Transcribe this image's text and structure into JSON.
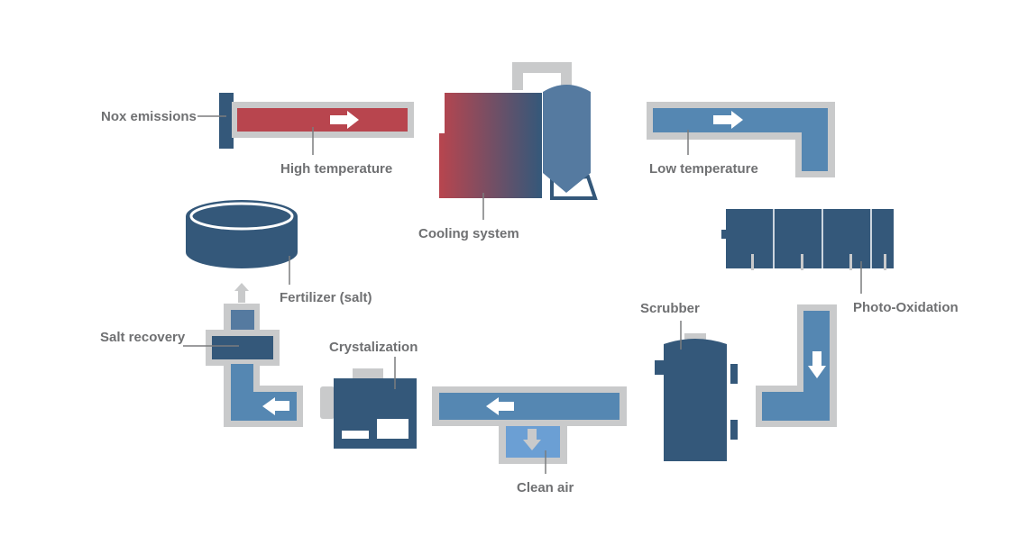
{
  "labels": {
    "nox": "Nox emissions",
    "high_temp": "High temperature",
    "cooling": "Cooling system",
    "low_temp": "Low temperature",
    "fertilizer": "Fertilizer (salt)",
    "photo_ox": "Photo-Oxidation",
    "salt_recovery": "Salt recovery",
    "crystalization": "Crystalization",
    "scrubber": "Scrubber",
    "clean_air": "Clean air"
  },
  "colors": {
    "frame": "#c9cacb",
    "label": "#6f7072",
    "leader": "#7b7c7e",
    "dark_blue": "#34587a",
    "mid_blue": "#5587b2",
    "red": "#b8454e",
    "clean_air_blue": "#6b9fd4",
    "arrow": "#ffffff"
  },
  "icons": [
    "arrow-right-icon",
    "arrow-down-icon",
    "arrow-left-icon",
    "arrow-up-icon"
  ]
}
